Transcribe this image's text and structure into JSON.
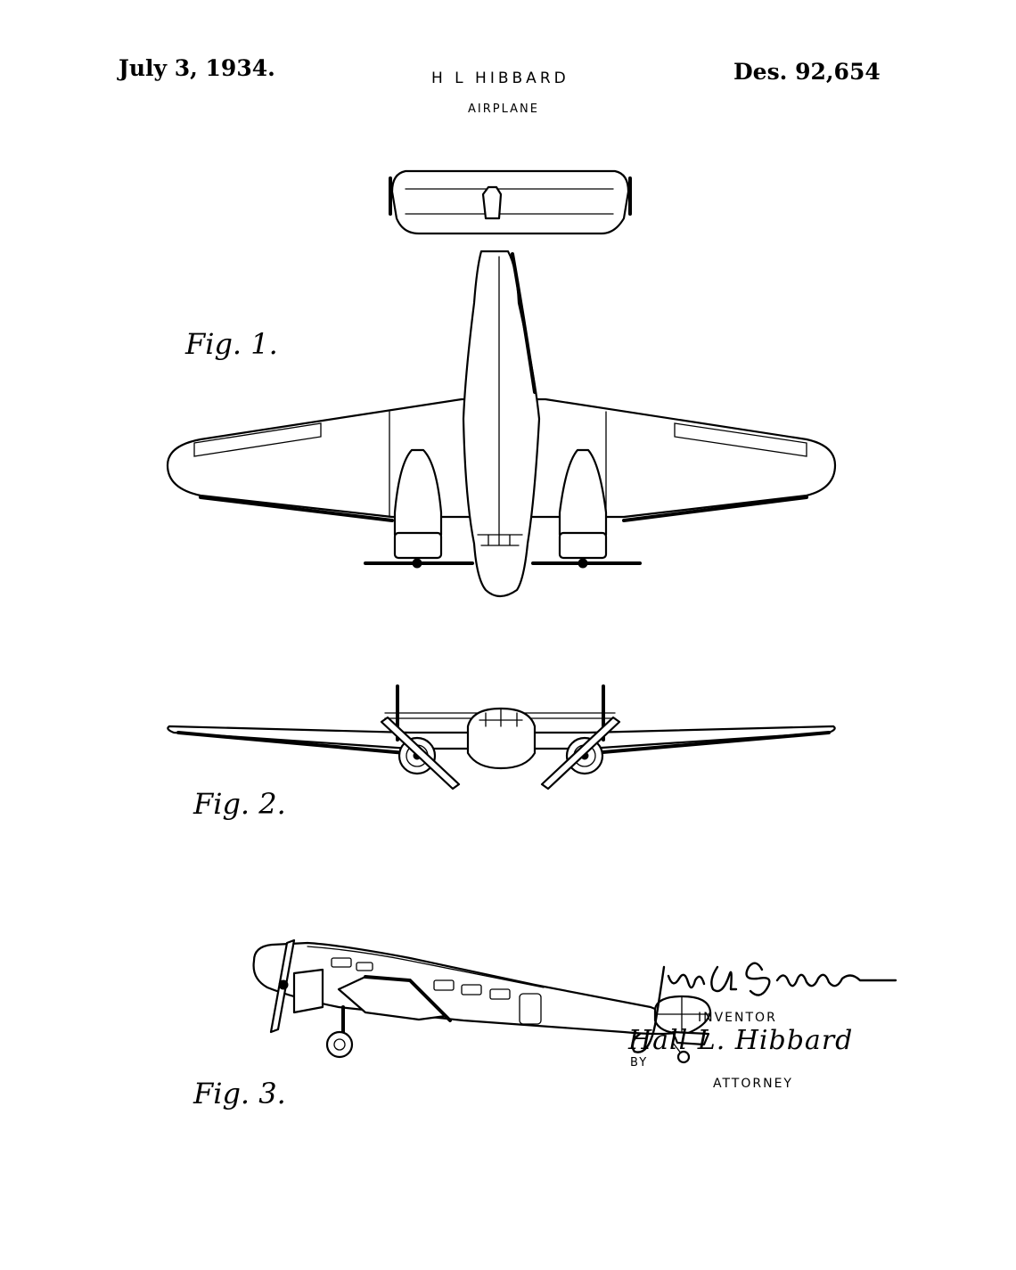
{
  "header": {
    "date": "July 3, 1934.",
    "inventor_name": "H L HIBBARD",
    "patent_number": "Des. 92,654",
    "subject": "AIRPLANE"
  },
  "figures": {
    "fig1_label": "Fig. 1.",
    "fig2_label": "Fig. 2.",
    "fig3_label": "Fig. 3."
  },
  "signature_block": {
    "inventor_label": "INVENTOR",
    "inventor_signature": "Hall L. Hibbard",
    "by_label": "BY",
    "attorney_signature": "John A Sanborn",
    "attorney_label": "ATTORNEY"
  }
}
